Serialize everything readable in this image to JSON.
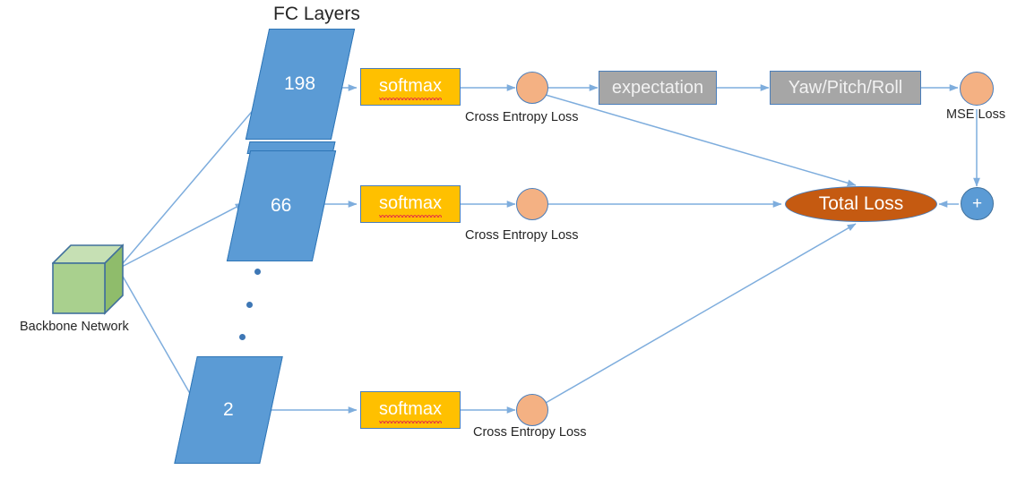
{
  "diagram": {
    "title": "Multi-branch classification + regression head diagram",
    "colors": {
      "fc_fill": "#5B9BD5",
      "fc_stroke": "#2E75B6",
      "softmax_fill": "#FFC000",
      "gray_fill": "#A6A6A6",
      "circle_orange": "#F4B183",
      "circle_blue": "#5B9BD5",
      "ellipse_fill": "#C55A11",
      "cube_front": "#A9D08E",
      "cube_top": "#C6E0B4",
      "cube_side": "#8FBC6B",
      "arrow": "#7EADDD",
      "text_dark": "#262626",
      "text_light": "#FFFFFF",
      "squiggle_red": "#E8413B"
    },
    "headings": {
      "fc_layers": "FC Layers"
    },
    "backbone": {
      "label": "Backbone Network"
    },
    "fc_layers": [
      {
        "value": "198"
      },
      {
        "value": "66"
      },
      {
        "value": "2"
      }
    ],
    "branches": [
      {
        "fc_value": "198",
        "softmax_label": "softmax",
        "loss_label": "Cross Entropy Loss"
      },
      {
        "fc_value": "66",
        "softmax_label": "softmax",
        "loss_label": "Cross Entropy Loss"
      },
      {
        "fc_value": "2",
        "softmax_label": "softmax",
        "loss_label": "Cross Entropy Loss"
      }
    ],
    "expectation": {
      "label": "expectation"
    },
    "angles": {
      "label": "Yaw/Pitch/Roll"
    },
    "mse": {
      "label": "MSE Loss"
    },
    "sum_node": {
      "label": "+"
    },
    "total_loss": {
      "label": "Total Loss"
    },
    "ellipsis_dots": 3
  }
}
